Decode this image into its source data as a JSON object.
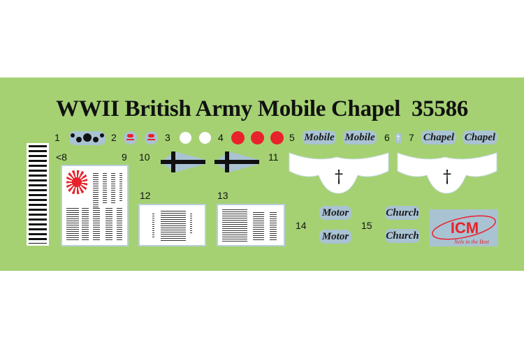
{
  "title": "WWII British Army Mobile Chapel  35586",
  "labels": {
    "n1": "1",
    "n2": "2",
    "n3": "3",
    "n4": "4",
    "n5": "5",
    "n6": "6",
    "n7": "7",
    "n8": "<8",
    "n9": "9",
    "n10": "10",
    "n11": "11",
    "n12": "12",
    "n13": "13",
    "n14": "14",
    "n15": "15"
  },
  "decals": {
    "mobile": "Mobile",
    "chapel": "Chapel",
    "motor": "Motor",
    "church": "Church",
    "cross_glyph": "†"
  },
  "logo": {
    "brand": "ICM",
    "slogan": "Nels in the Best"
  },
  "colors": {
    "sheet": "#a5d173",
    "decal_backing": "#a9c3d3",
    "red": "#e8222a"
  }
}
